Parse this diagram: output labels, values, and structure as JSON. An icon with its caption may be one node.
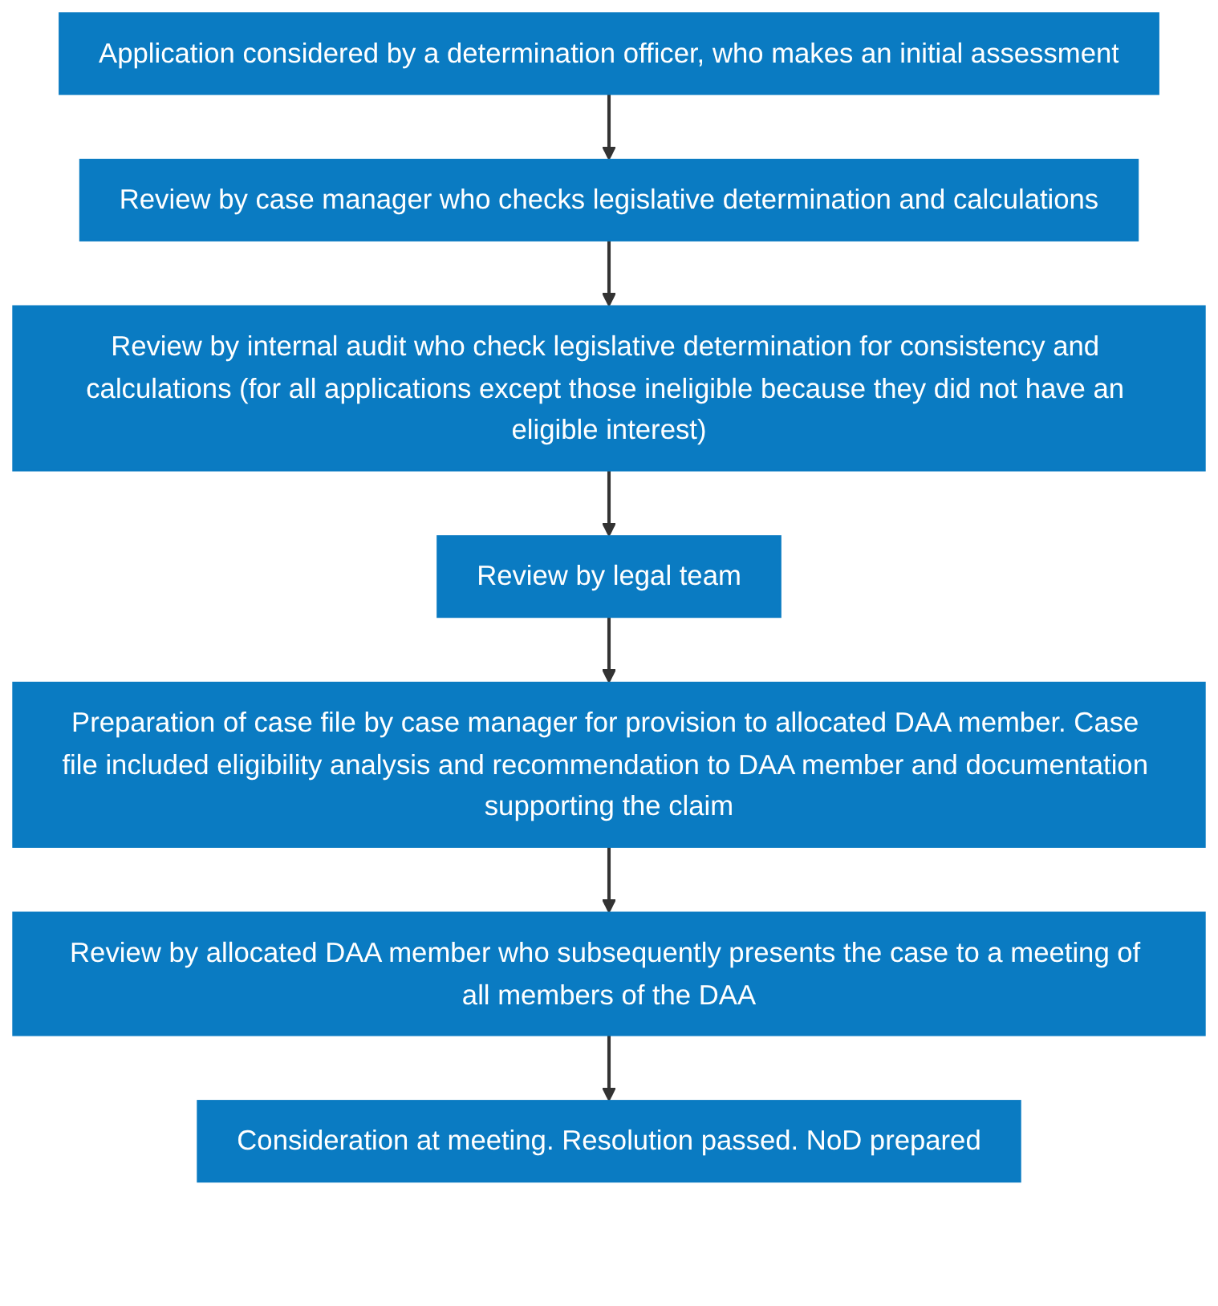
{
  "diagram": {
    "nodes": [
      {
        "text": [
          "Application considered by a determination officer, who makes an initial assessment"
        ]
      },
      {
        "text": [
          "Review by case manager who checks legislative determination and calculations"
        ]
      },
      {
        "text": [
          "Review by internal audit who check legislative determination for consistency and calculations (for all applications except those ineligible because they did not have an eligible interest)"
        ]
      },
      {
        "text": [
          "Review by legal team"
        ]
      },
      {
        "text": [
          "Preparation of case file by case manager for provision to allocated DAA member. Case file included eligibility analysis and recommendation to DAA member and documentation supporting the claim"
        ]
      },
      {
        "text": [
          "Review by allocated DAA member who subsequently presents the case to a meeting of all members of the DAA"
        ]
      },
      {
        "text": [
          "Consideration at meeting. Resolution passed. NoD prepared"
        ]
      }
    ],
    "edges": [
      {
        "from": 0,
        "to": 1,
        "arrow": "to"
      },
      {
        "from": 1,
        "to": 2,
        "arrow": "to"
      },
      {
        "from": 2,
        "to": 3,
        "arrow": "to"
      },
      {
        "from": 3,
        "to": 4,
        "arrow": "to"
      },
      {
        "from": 4,
        "to": 5,
        "arrow": "to"
      },
      {
        "from": 5,
        "to": 6,
        "arrow": "to"
      }
    ]
  }
}
